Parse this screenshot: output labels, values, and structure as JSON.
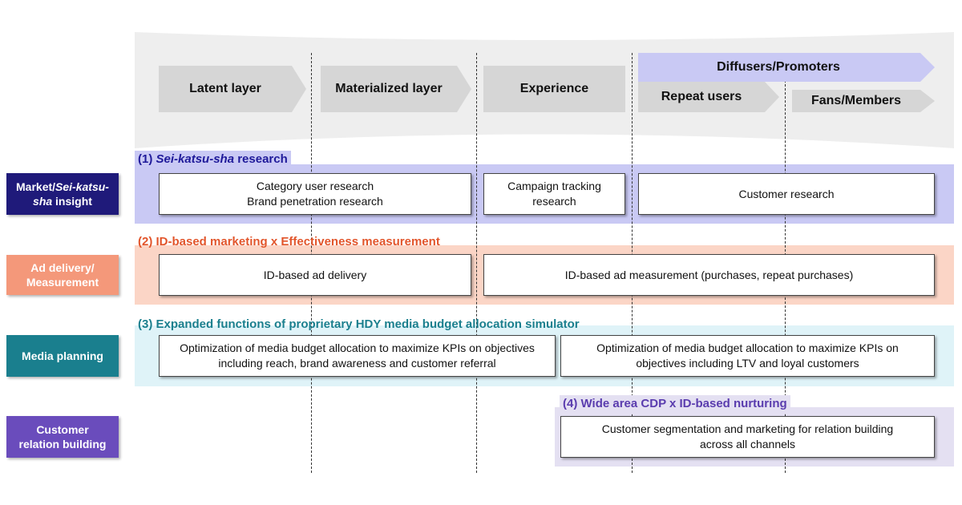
{
  "stages": {
    "latent": "Latent layer",
    "materialized": "Materialized layer",
    "experience": "Experience",
    "diffusers": "Diffusers/Promoters",
    "repeat": "Repeat users",
    "fans": "Fans/Members"
  },
  "rows": {
    "insight": {
      "side_label_pre": "Market/",
      "side_label_em": "Sei-katsu-",
      "side_label_em2": "sha",
      "side_label_post": " insight",
      "title_prefix": "(1) ",
      "title_em": "Sei-katsu-sha",
      "title_suffix": " research",
      "boxes": [
        "Category user research\nBrand penetration research",
        "Campaign tracking\nresearch",
        "Customer research"
      ]
    },
    "ad": {
      "side_label": "Ad delivery/\nMeasurement",
      "title": "(2) ID-based marketing x Effectiveness measurement",
      "boxes": [
        "ID-based ad delivery",
        "ID-based ad measurement (purchases, repeat purchases)"
      ]
    },
    "media": {
      "side_label": "Media planning",
      "title": "(3) Expanded functions of proprietary HDY media budget allocation simulator",
      "boxes": [
        "Optimization of media budget allocation to maximize KPIs on objectives\nincluding reach, brand awareness and customer referral",
        "Optimization of media budget allocation to maximize KPIs on\nobjectives including LTV and loyal customers"
      ]
    },
    "crm": {
      "side_label": "Customer\nrelation building",
      "title": "(4) Wide area CDP x ID-based nurturing",
      "boxes": [
        "Customer segmentation and marketing for relation building\nacross all channels"
      ]
    }
  },
  "colors": {
    "insight_band": "#c9c9f4",
    "insight_side": "#1f1a7a",
    "ad_band": "#fbd5c6",
    "ad_side": "#f4987a",
    "media_band": "#dff3f8",
    "media_side": "#1a7f8e",
    "crm_band": "#e4e0f2",
    "crm_side": "#6a4cbc"
  }
}
